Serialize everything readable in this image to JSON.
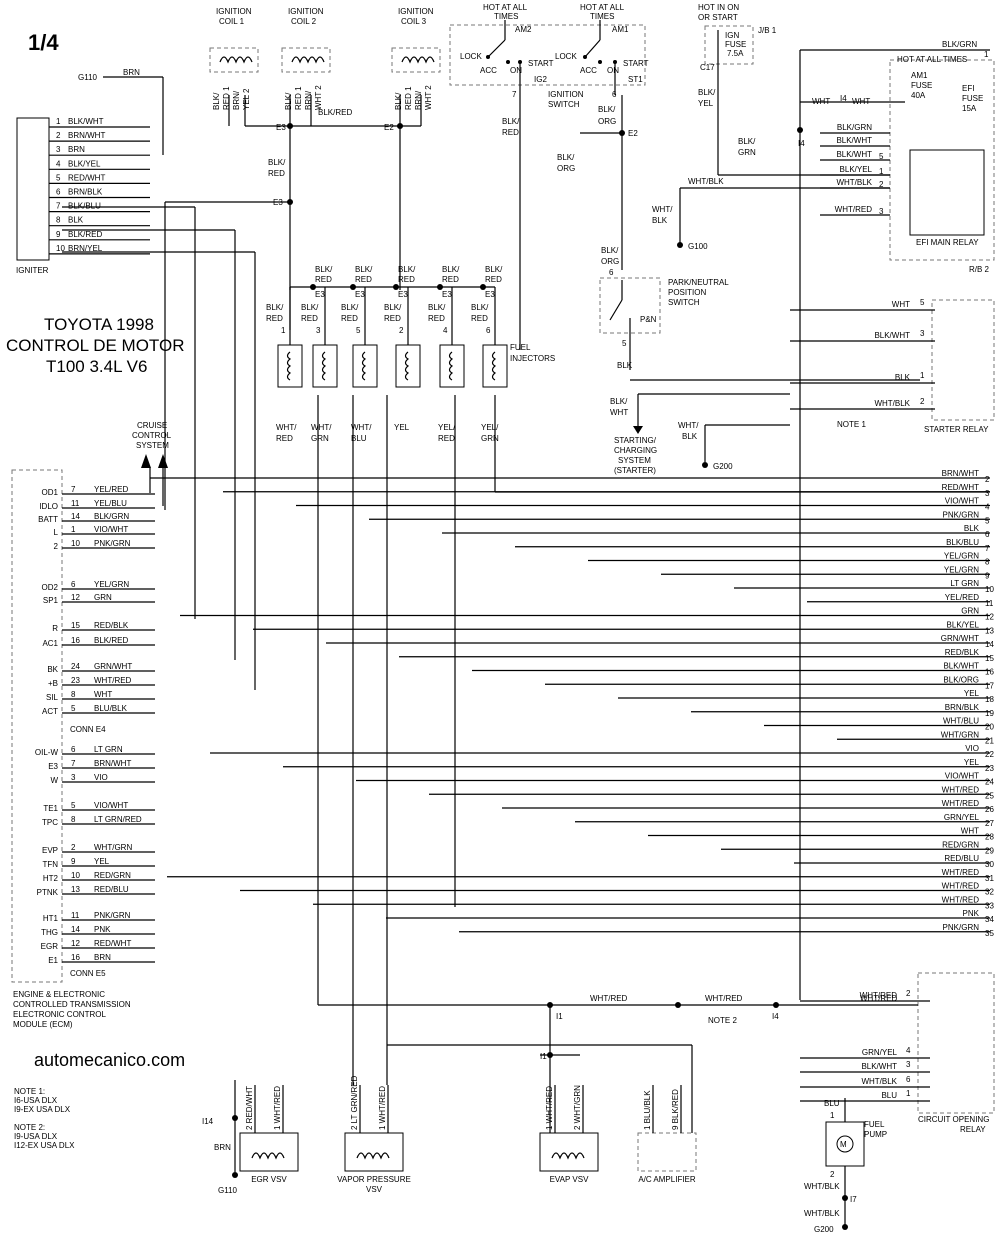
{
  "page_label": "1/4",
  "title": [
    "TOYOTA 1998",
    "CONTROL DE MOTOR",
    "T100 3.4L V6"
  ],
  "watermark": "automecanico.com",
  "igniter": {
    "label": "IGNITER",
    "rows": [
      {
        "pin": "1",
        "color": "BLK/WHT"
      },
      {
        "pin": "2",
        "color": "BRN/WHT"
      },
      {
        "pin": "3",
        "color": "BRN"
      },
      {
        "pin": "4",
        "color": "BLK/YEL"
      },
      {
        "pin": "5",
        "color": "RED/WHT"
      },
      {
        "pin": "6",
        "color": "BRN/BLK"
      },
      {
        "pin": "7",
        "color": "BLK/BLU"
      },
      {
        "pin": "8",
        "color": "BLK"
      },
      {
        "pin": "9",
        "color": "BLK/RED"
      },
      {
        "pin": "10",
        "color": "BRN/YEL"
      }
    ]
  },
  "coils": [
    {
      "label": [
        "IGNITION",
        "COIL 1"
      ],
      "wires": [
        [
          "BLK/",
          "RED 1"
        ],
        [
          "BRN/",
          "YEL 2"
        ]
      ]
    },
    {
      "label": [
        "IGNITION",
        "COIL 2"
      ],
      "wires": [
        [
          "BLK/",
          "RED 1"
        ],
        [
          "BRN/",
          "WHT 2"
        ]
      ]
    },
    {
      "label": [
        "IGNITION",
        "COIL 3"
      ],
      "wires": [
        [
          "BLK/",
          "RED 1"
        ],
        [
          "BRN/",
          "WHT 2"
        ]
      ]
    }
  ],
  "coil_bus_color": "BLK/RED",
  "splices": {
    "e3": "E3",
    "e2": "E2"
  },
  "injectors": [
    {
      "num": "1",
      "color": [
        "WHT/",
        "RED"
      ]
    },
    {
      "num": "3",
      "color": [
        "WHT/",
        "GRN"
      ]
    },
    {
      "num": "5",
      "color": [
        "WHT/",
        "BLU"
      ]
    },
    {
      "num": "2",
      "color": [
        "YEL",
        ""
      ]
    },
    {
      "num": "4",
      "color": [
        "YEL/",
        "RED"
      ]
    },
    {
      "num": "6",
      "color": [
        "YEL/",
        "GRN"
      ]
    }
  ],
  "injector_bus": {
    "color": [
      "BLK/",
      "RED"
    ],
    "splice": "E3"
  },
  "labels": {
    "fuel_injectors": [
      "FUEL",
      "INJECTORS"
    ]
  },
  "ignition_switch": {
    "hot_left": [
      "HOT AT ALL",
      "TIMES"
    ],
    "hot_right": [
      "HOT AT ALL",
      "TIMES"
    ],
    "am2": "AM2",
    "am1": "AM1",
    "lock": "LOCK",
    "acc": "ACC",
    "on": "ON",
    "start": "START",
    "ig2": "IG2",
    "st1": "ST1",
    "pin_ig2": "7",
    "pin_st1": "6",
    "label": [
      "IGNITION",
      "SWITCH"
    ]
  },
  "wire_labels": {
    "blk_red_a": [
      "BLK/",
      "RED"
    ],
    "blk_red_b": [
      "BLK/",
      "RED"
    ],
    "blk_org_a": [
      "BLK/",
      "ORG"
    ],
    "blk_org_b": [
      "BLK/",
      "ORG"
    ],
    "blk_org_c": [
      "BLK/",
      "ORG"
    ],
    "blk": "BLK",
    "blk_wht": [
      "BLK/",
      "WHT"
    ],
    "blk_yel": [
      "BLK/",
      "YEL"
    ],
    "blk_grn": [
      "BLK/",
      "GRN"
    ],
    "wht_blk_a": "WHT/BLK",
    "wht_blk_b": [
      "WHT/",
      "BLK"
    ],
    "wht_blk_c": [
      "WHT/",
      "BLK"
    ],
    "wht_red": "WHT/RED"
  },
  "park_neutral": {
    "pin_top": "6",
    "pin_bottom": "5",
    "pn": "P&N",
    "label": [
      "PARK/NEUTRAL",
      "POSITION",
      "SWITCH"
    ]
  },
  "starting_system": [
    "STARTING/",
    "CHARGING",
    "SYSTEM",
    "(STARTER)"
  ],
  "fuse_jb": {
    "hot": [
      "HOT IN ON",
      "OR START"
    ],
    "jb": "J/B 1",
    "fuse": [
      "IGN",
      "FUSE",
      "7.5A"
    ],
    "c17": "C17"
  },
  "efi": {
    "hot": "HOT AT ALL TIMES",
    "am1": [
      "AM1",
      "FUSE",
      "40A"
    ],
    "efi": [
      "EFI",
      "FUSE",
      "15A"
    ],
    "relay": "EFI MAIN RELAY",
    "rb": "R/B 2",
    "top_color": "BLK/GRN",
    "top_pin": "1",
    "wht": "WHT",
    "i4": "I4",
    "rows": [
      {
        "color": "BLK/GRN",
        "pin": ""
      },
      {
        "color": "BLK/WHT",
        "pin": ""
      },
      {
        "color": "BLK/WHT",
        "pin": "5"
      },
      {
        "color": "BLK/YEL",
        "pin": "1"
      },
      {
        "color": "WHT/BLK",
        "pin": "2"
      },
      {
        "color": "WHT/RED",
        "pin": "3"
      }
    ]
  },
  "grounds": {
    "g110": "G110",
    "g100": "G100",
    "g200": "G200"
  },
  "starter_relay": {
    "label": "STARTER RELAY",
    "note": "NOTE 1",
    "rows": [
      {
        "color": "WHT",
        "pin": "5"
      },
      {
        "color": "BLK/WHT",
        "pin": "3"
      },
      {
        "color": "BLK",
        "pin": "1"
      },
      {
        "color": "WHT/BLK",
        "pin": "2"
      }
    ]
  },
  "cruise": [
    "CRUISE",
    "CONTROL",
    "SYSTEM"
  ],
  "ecm": {
    "conn_e4": "CONN E4",
    "conn_e5": "CONN E5",
    "title": [
      "ENGINE & ELECTRONIC",
      "CONTROLLED TRANSMISSION",
      "ELECTRONIC CONTROL",
      "MODULE (ECM)"
    ],
    "rows": [
      {
        "sig": "OD1",
        "pin": "7",
        "color": "YEL/RED"
      },
      {
        "sig": "IDLO",
        "pin": "11",
        "color": "YEL/BLU"
      },
      {
        "sig": "BATT",
        "pin": "14",
        "color": "BLK/GRN"
      },
      {
        "sig": "L",
        "pin": "1",
        "color": "VIO/WHT"
      },
      {
        "sig": "2",
        "pin": "10",
        "color": "PNK/GRN"
      },
      {
        "sig": "OD2",
        "pin": "6",
        "color": "YEL/GRN"
      },
      {
        "sig": "SP1",
        "pin": "12",
        "color": "GRN"
      },
      {
        "sig": "R",
        "pin": "15",
        "color": "RED/BLK"
      },
      {
        "sig": "AC1",
        "pin": "16",
        "color": "BLK/RED"
      },
      {
        "sig": "BK",
        "pin": "24",
        "color": "GRN/WHT"
      },
      {
        "sig": "+B",
        "pin": "23",
        "color": "WHT/RED"
      },
      {
        "sig": "SIL",
        "pin": "8",
        "color": "WHT"
      },
      {
        "sig": "ACT",
        "pin": "5",
        "color": "BLU/BLK"
      },
      {
        "sig": "OIL-W",
        "pin": "6",
        "color": "LT GRN"
      },
      {
        "sig": "E3",
        "pin": "7",
        "color": "BRN/WHT"
      },
      {
        "sig": "W",
        "pin": "3",
        "color": "VIO"
      },
      {
        "sig": "TE1",
        "pin": "5",
        "color": "VIO/WHT"
      },
      {
        "sig": "TPC",
        "pin": "8",
        "color": "LT GRN/RED"
      },
      {
        "sig": "EVP",
        "pin": "2",
        "color": "WHT/GRN"
      },
      {
        "sig": "TFN",
        "pin": "9",
        "color": "YEL"
      },
      {
        "sig": "HT2",
        "pin": "10",
        "color": "RED/GRN"
      },
      {
        "sig": "PTNK",
        "pin": "13",
        "color": "RED/BLU"
      },
      {
        "sig": "HT1",
        "pin": "11",
        "color": "PNK/GRN"
      },
      {
        "sig": "THG",
        "pin": "14",
        "color": "PNK"
      },
      {
        "sig": "EGR",
        "pin": "12",
        "color": "RED/WHT"
      },
      {
        "sig": "E1",
        "pin": "16",
        "color": "BRN"
      }
    ]
  },
  "right_rows": [
    {
      "color": "BRN/WHT",
      "pin": "2"
    },
    {
      "color": "RED/WHT",
      "pin": "3"
    },
    {
      "color": "VIO/WHT",
      "pin": "4"
    },
    {
      "color": "PNK/GRN",
      "pin": "5"
    },
    {
      "color": "BLK",
      "pin": "6"
    },
    {
      "color": "BLK/BLU",
      "pin": "7"
    },
    {
      "color": "YEL/GRN",
      "pin": "8"
    },
    {
      "color": "YEL/GRN",
      "pin": "9"
    },
    {
      "color": "LT GRN",
      "pin": "10"
    },
    {
      "color": "YEL/RED",
      "pin": "11"
    },
    {
      "color": "GRN",
      "pin": "12"
    },
    {
      "color": "BLK/YEL",
      "pin": "13"
    },
    {
      "color": "GRN/WHT",
      "pin": "14"
    },
    {
      "color": "RED/BLK",
      "pin": "15"
    },
    {
      "color": "BLK/WHT",
      "pin": "16"
    },
    {
      "color": "BLK/ORG",
      "pin": "17"
    },
    {
      "color": "YEL",
      "pin": "18"
    },
    {
      "color": "BRN/BLK",
      "pin": "19"
    },
    {
      "color": "WHT/BLU",
      "pin": "20"
    },
    {
      "color": "WHT/GRN",
      "pin": "21"
    },
    {
      "color": "VIO",
      "pin": "22"
    },
    {
      "color": "YEL",
      "pin": "23"
    },
    {
      "color": "VIO/WHT",
      "pin": "24"
    },
    {
      "color": "WHT/RED",
      "pin": "25"
    },
    {
      "color": "WHT/RED",
      "pin": "26"
    },
    {
      "color": "GRN/YEL",
      "pin": "27"
    },
    {
      "color": "WHT",
      "pin": "28"
    },
    {
      "color": "RED/GRN",
      "pin": "29"
    },
    {
      "color": "RED/BLU",
      "pin": "30"
    },
    {
      "color": "WHT/RED",
      "pin": "31"
    },
    {
      "color": "WHT/RED",
      "pin": "32"
    },
    {
      "color": "WHT/RED",
      "pin": "33"
    },
    {
      "color": "PNK",
      "pin": "34"
    },
    {
      "color": "PNK/GRN",
      "pin": "35"
    }
  ],
  "circuit_relay": {
    "label": [
      "CIRCUIT OPENING",
      "RELAY"
    ],
    "rows": [
      {
        "color": "WHT/RED",
        "pin": "2"
      },
      {
        "color": "GRN/YEL",
        "pin": "4"
      },
      {
        "color": "BLK/WHT",
        "pin": "3"
      },
      {
        "color": "WHT/BLK",
        "pin": "6"
      },
      {
        "color": "BLU",
        "pin": "1"
      }
    ]
  },
  "connectors": {
    "i1": "I1",
    "i4": "I4",
    "i14": "I14",
    "note2": "NOTE 2"
  },
  "bottom_components": [
    {
      "name": "egr-vsv",
      "label": [
        "EGR VSV"
      ],
      "pins": [
        [
          "2 RED/WHT"
        ],
        [
          "1 WHT/RED"
        ]
      ]
    },
    {
      "name": "vapor-pressure-vsv",
      "label": [
        "VAPOR PRESSURE",
        "VSV"
      ],
      "pins": [
        [
          "2 LT GRN/RED"
        ],
        [
          "1 WHT/RED"
        ]
      ]
    },
    {
      "name": "evap-vsv",
      "label": [
        "EVAP VSV"
      ],
      "pins": [
        [
          "1 WHT/RED"
        ],
        [
          "2 WHT/GRN"
        ]
      ]
    },
    {
      "name": "ac-amplifier",
      "label": [
        "A/C AMPLIFIER"
      ],
      "pins": [
        [
          "1 BLU/BLK"
        ],
        [
          "9 BLK/RED"
        ]
      ]
    }
  ],
  "fuel_pump": {
    "label": [
      "FUEL",
      "PUMP"
    ],
    "m": "M",
    "blu": "BLU",
    "pin1": "1",
    "pin2": "2",
    "wht_blk": "WHT/BLK",
    "i7": "I7"
  },
  "notes": [
    "NOTE 1:",
    "I6-USA DLX",
    "I9-EX USA DLX",
    "",
    "NOTE 2:",
    "I9-USA DLX",
    "I12-EX USA DLX"
  ]
}
